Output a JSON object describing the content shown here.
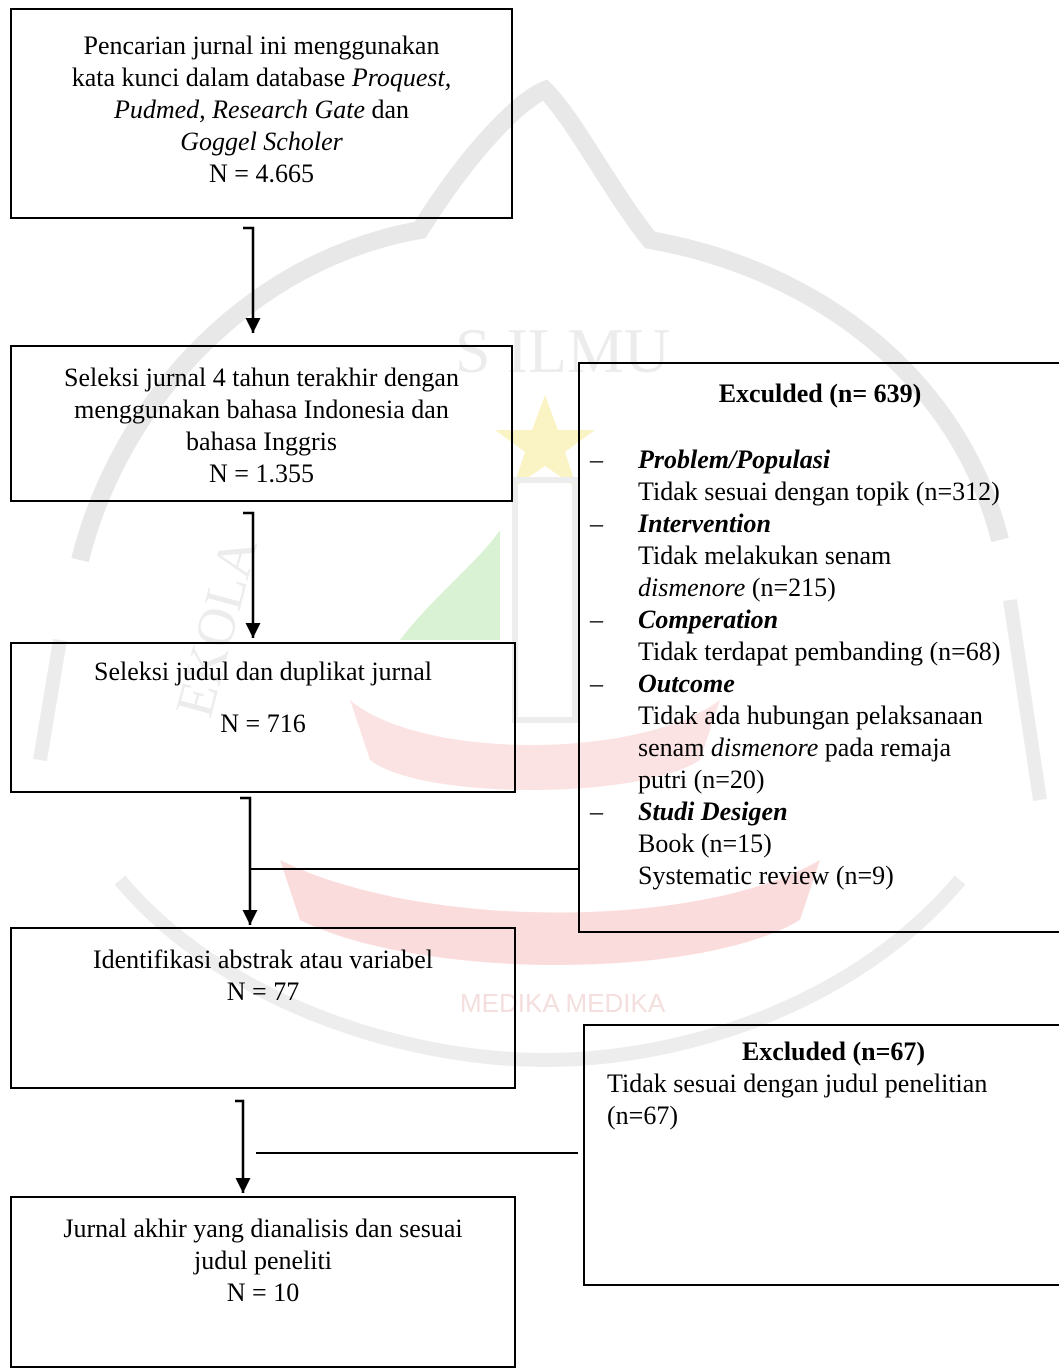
{
  "watermark": {
    "arc_text": "S ILMU",
    "bottom_text": "MEDIKA MEDIKA",
    "side_text": "EKOLA"
  },
  "box1": {
    "line1": "Pencarian jurnal ini menggunakan",
    "line2_plain": "kata kunci dalam database ",
    "line2_italic": "Proquest,",
    "line3_italic": "Pudmed, Research Gate",
    "line3_plain": " dan",
    "line4_italic": "Goggel Scholer",
    "count": "N = 4.665"
  },
  "box2": {
    "line1": "Seleksi jurnal 4 tahun terakhir dengan",
    "line2": "menggunakan bahasa Indonesia dan",
    "line3": "bahasa Inggris",
    "count": "N = 1.355"
  },
  "box3": {
    "line1": "Seleksi judul dan duplikat jurnal",
    "count": "N = 716"
  },
  "box4": {
    "line1": "Identifikasi abstrak atau variabel",
    "count": "N = 77"
  },
  "box5": {
    "line1": "Jurnal akhir yang dianalisis dan sesuai",
    "line2": "judul peneliti",
    "count": "N = 10"
  },
  "excluded1": {
    "title": "Exculded (n= 639)",
    "dash": "–",
    "items": [
      {
        "category": "Problem/Populasi",
        "text": "Tidak sesuai dengan topik (n=312)"
      },
      {
        "category": "Intervention",
        "text_plain1": "Tidak melakukan senam",
        "text_italic": "dismenore",
        "text_plain2": " (n=215)"
      },
      {
        "category": "Comperation",
        "text": "Tidak terdapat pembanding (n=68)"
      },
      {
        "category": "Outcome",
        "text_plain1": "Tidak ada hubungan pelaksanaan",
        "text_plain2": "senam ",
        "text_italic": "dismenore",
        "text_plain3": " pada remaja",
        "text_plain4": "putri (n=20)"
      },
      {
        "category": "Studi Desigen",
        "text1": "Book (n=15)",
        "text2": "Systematic review (n=9)"
      }
    ]
  },
  "excluded2": {
    "title": "Excluded (n=67)",
    "line1": "Tidak sesuai dengan judul penelitian",
    "line2": "(n=67)"
  }
}
